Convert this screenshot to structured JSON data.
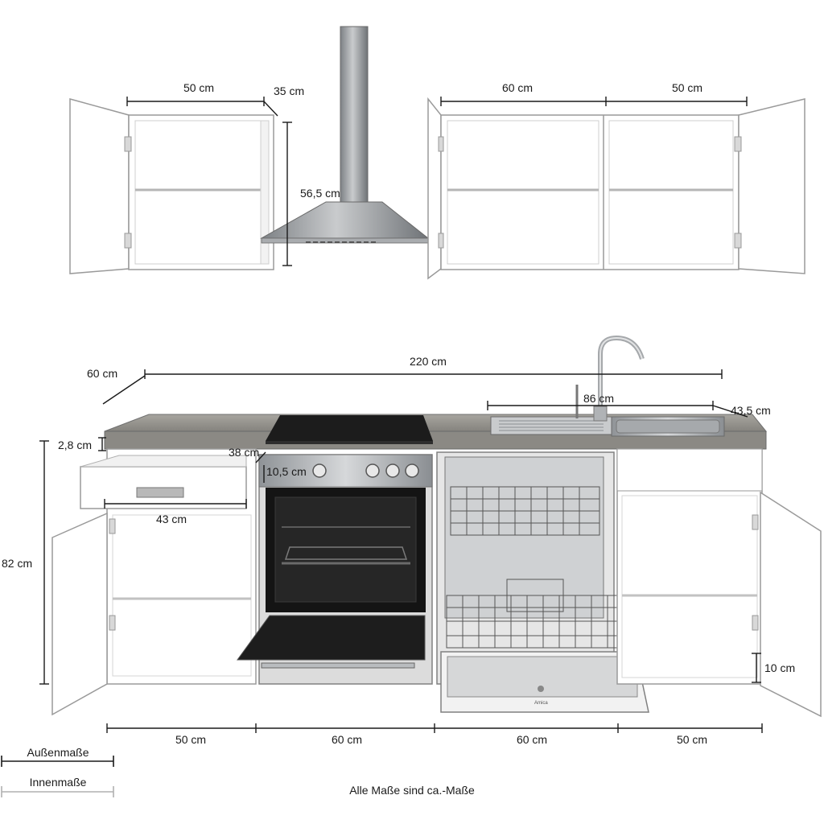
{
  "upper": {
    "left_width": "50 cm",
    "left_depth": "35 cm",
    "hood_height": "56,5 cm",
    "right_width_a": "60 cm",
    "right_width_b": "50 cm"
  },
  "lower": {
    "depth": "60 cm",
    "total_width": "220 cm",
    "sink_width": "86 cm",
    "sink_depth": "43,5 cm",
    "worktop_thickness": "2,8 cm",
    "height": "82 cm",
    "oven_depth": "38 cm",
    "oven_panel": "10,5 cm",
    "drawer_inner_width": "43 cm",
    "plinth_height": "10 cm",
    "dishwasher_brand": "Amica"
  },
  "bottom_widths": [
    "50 cm",
    "60 cm",
    "60 cm",
    "50 cm"
  ],
  "legend": {
    "outer": "Außenmaße",
    "inner": "Innenmaße"
  },
  "note": "Alle Maße sind ca.-Maße",
  "colors": {
    "line": "#1a1a1a",
    "cabinet": "#ffffff",
    "outline": "#9a9a9a",
    "worktop": "#8e8c87",
    "steel": "#b9bcbf",
    "hob": "#1c1c1c",
    "oven_inside": "#141414"
  }
}
